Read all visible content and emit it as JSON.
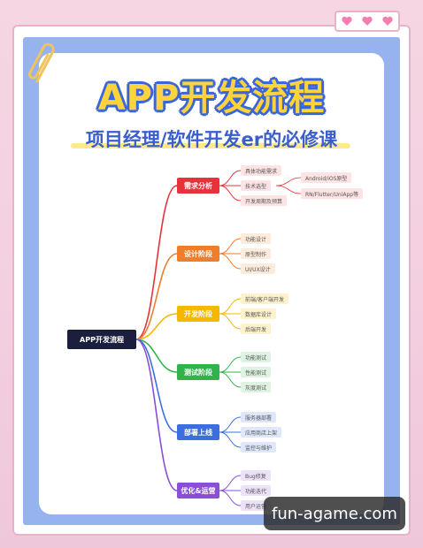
{
  "title": "APP开发流程",
  "subtitle": "项目经理/软件开发er的必修课",
  "mindmap": {
    "root": "APP开发流程",
    "branches": [
      {
        "label": "需求分析",
        "color": "#e8323a",
        "light": "#fde3e3",
        "children": [
          {
            "label": "具体功能需求"
          },
          {
            "label": "技术选型",
            "children": [
              "Android/iOS原型",
              "RN/Flutter/UniApp等"
            ]
          },
          {
            "label": "开发周期及预算"
          }
        ]
      },
      {
        "label": "设计阶段",
        "color": "#f07d2a",
        "light": "#fdebdc",
        "children": [
          {
            "label": "功能设计"
          },
          {
            "label": "原型制作"
          },
          {
            "label": "UI/UX设计"
          }
        ]
      },
      {
        "label": "开发阶段",
        "color": "#f5b800",
        "light": "#fdf2cc",
        "children": [
          {
            "label": "前端/客户端开发"
          },
          {
            "label": "数据库设计"
          },
          {
            "label": "后端开发"
          }
        ]
      },
      {
        "label": "测试阶段",
        "color": "#2fb34a",
        "light": "#dff3e2",
        "children": [
          {
            "label": "功能测试"
          },
          {
            "label": "性能测试"
          },
          {
            "label": "灰度测试"
          }
        ]
      },
      {
        "label": "部署上线",
        "color": "#3d6ee0",
        "light": "#dfe7fa",
        "children": [
          {
            "label": "服务器部署"
          },
          {
            "label": "应用商店上架"
          },
          {
            "label": "监控与维护"
          }
        ]
      },
      {
        "label": "优化&运营",
        "color": "#8a4fd6",
        "light": "#ece2f8",
        "children": [
          {
            "label": "Bug修复"
          },
          {
            "label": "功能迭代"
          },
          {
            "label": "用户运营"
          }
        ]
      }
    ]
  },
  "watermark": "fun-agame.com",
  "decor": {
    "heart_color": "#f27fb0",
    "clip_color": "#f0c45a"
  }
}
